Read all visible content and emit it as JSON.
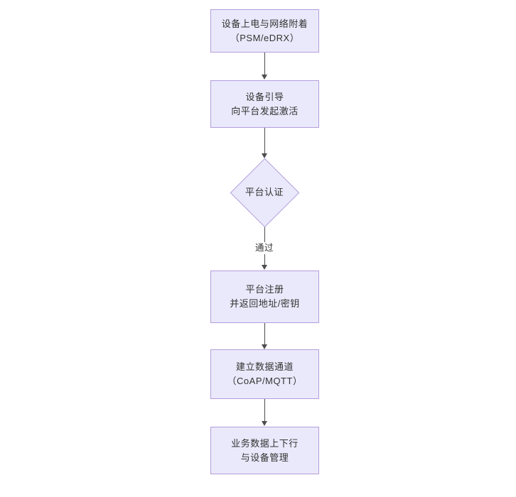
{
  "diagram": {
    "type": "flowchart",
    "orientation": "vertical",
    "title": "",
    "colors": {
      "node_fill": "#eae9fb",
      "node_border": "#b39ddb",
      "text": "#333333",
      "connector": "#4d4d4d",
      "background": "#ffffff"
    },
    "nodes": [
      {
        "id": "n1",
        "shape": "rectangle",
        "line1": "设备上电与网络附着",
        "line2": "（PSM/eDRX）"
      },
      {
        "id": "n2",
        "shape": "rectangle",
        "line1": "设备引导",
        "line2": "向平台发起激活"
      },
      {
        "id": "n3",
        "shape": "diamond",
        "line1": "平台认证",
        "line2": ""
      },
      {
        "id": "n4",
        "shape": "rectangle",
        "line1": "平台注册",
        "line2": "并返回地址/密钥"
      },
      {
        "id": "n5",
        "shape": "rectangle",
        "line1": "建立数据通道",
        "line2": "（CoAP/MQTT）"
      },
      {
        "id": "n6",
        "shape": "rectangle",
        "line1": "业务数据上下行",
        "line2": "与设备管理"
      }
    ],
    "edges": [
      {
        "from": "n1",
        "to": "n2",
        "label": ""
      },
      {
        "from": "n2",
        "to": "n3",
        "label": ""
      },
      {
        "from": "n3",
        "to": "n4",
        "label": "通过"
      },
      {
        "from": "n4",
        "to": "n5",
        "label": ""
      },
      {
        "from": "n5",
        "to": "n6",
        "label": ""
      }
    ]
  }
}
